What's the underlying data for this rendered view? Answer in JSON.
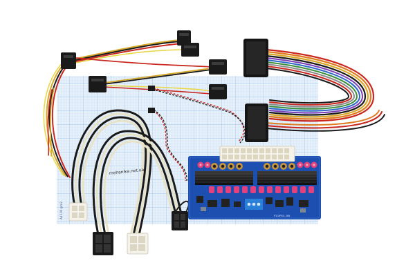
{
  "photo": {
    "watermark_text": "mehanika.net.ua",
    "board_marking": "PICOPSU-160",
    "grid_paper_side_text": "A4 100 g/m2",
    "colors": {
      "background": "#ffffff",
      "grid_paper": "#e3eef9",
      "grid_line": "#a9c8ec",
      "pcb": "#1c4fb0",
      "heatsink": "#1b1b1b",
      "connector_white": "#f4f2ea",
      "connector_black": "#1a1a1a",
      "capacitor_pink": "#e2417b",
      "capacitor_gold": "#c7933a",
      "jumper_blue": "#2a7fd8"
    }
  }
}
